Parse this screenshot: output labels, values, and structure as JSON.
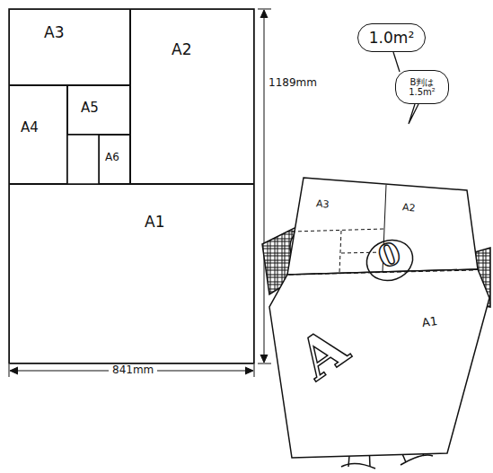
{
  "diagram": {
    "nodes": [
      {
        "text": [
          "A3"
        ]
      },
      {
        "text": [
          "A2"
        ]
      },
      {
        "text": [
          "A4"
        ]
      },
      {
        "text": [
          "A5"
        ]
      },
      {
        "text": [
          "A6"
        ]
      },
      {
        "text": [
          "A1"
        ]
      },
      {
        "text": [
          "1.0m²"
        ]
      },
      {
        "text": [
          "B判は 1.5m²"
        ]
      }
    ],
    "labels": [
      "1189mm",
      "A3",
      "A2",
      "0",
      "A1",
      "A",
      "841mm"
    ]
  }
}
